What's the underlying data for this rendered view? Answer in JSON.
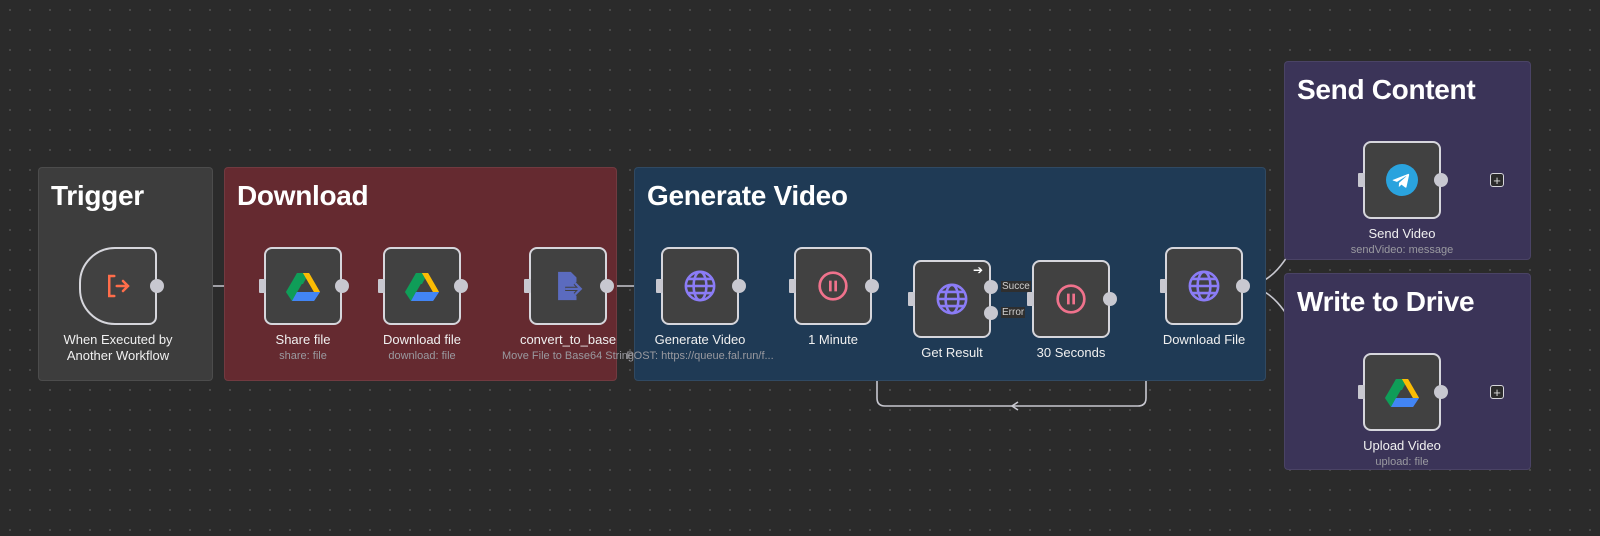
{
  "stickies": [
    {
      "id": "trigger",
      "title": "Trigger",
      "color": "#3d3d3d"
    },
    {
      "id": "download",
      "title": "Download",
      "color": "#652a30"
    },
    {
      "id": "generate",
      "title": "Generate Video",
      "color": "#1f3a55"
    },
    {
      "id": "send",
      "title": "Send Content",
      "color": "#3b3458"
    },
    {
      "id": "write",
      "title": "Write to Drive",
      "color": "#3b3458"
    }
  ],
  "nodes": [
    {
      "id": "trig",
      "label": "When Executed by Another Workflow",
      "subtitle": "",
      "icon": "sign-in-icon"
    },
    {
      "id": "share",
      "label": "Share file",
      "subtitle": "share: file",
      "icon": "google-drive-icon"
    },
    {
      "id": "dl",
      "label": "Download file",
      "subtitle": "download: file",
      "icon": "google-drive-icon"
    },
    {
      "id": "conv",
      "label": "convert_to_base",
      "subtitle": "Move File to Base64 String",
      "icon": "convert-file-icon"
    },
    {
      "id": "gen",
      "label": "Generate Video",
      "subtitle": "POST: https://queue.fal.run/f...",
      "icon": "globe-icon"
    },
    {
      "id": "wait1",
      "label": "1 Minute",
      "subtitle": "",
      "icon": "pause-icon"
    },
    {
      "id": "get",
      "label": "Get Result",
      "subtitle": "",
      "icon": "globe-icon"
    },
    {
      "id": "wait2",
      "label": "30 Seconds",
      "subtitle": "",
      "icon": "pause-icon"
    },
    {
      "id": "dlf",
      "label": "Download File",
      "subtitle": "",
      "icon": "globe-icon"
    },
    {
      "id": "tg",
      "label": "Send Video",
      "subtitle": "sendVideo: message",
      "icon": "telegram-icon"
    },
    {
      "id": "up",
      "label": "Upload Video",
      "subtitle": "upload: file",
      "icon": "google-drive-icon"
    }
  ],
  "output_labels": {
    "success": "Succe",
    "error": "Error"
  },
  "plus_label": "+",
  "colors": {
    "globe": "#8b7cf6",
    "pause": "#f0728c",
    "trigger": "#ff6d4a",
    "telegram": "#2aa3de",
    "wire": "#c8c8d0"
  }
}
